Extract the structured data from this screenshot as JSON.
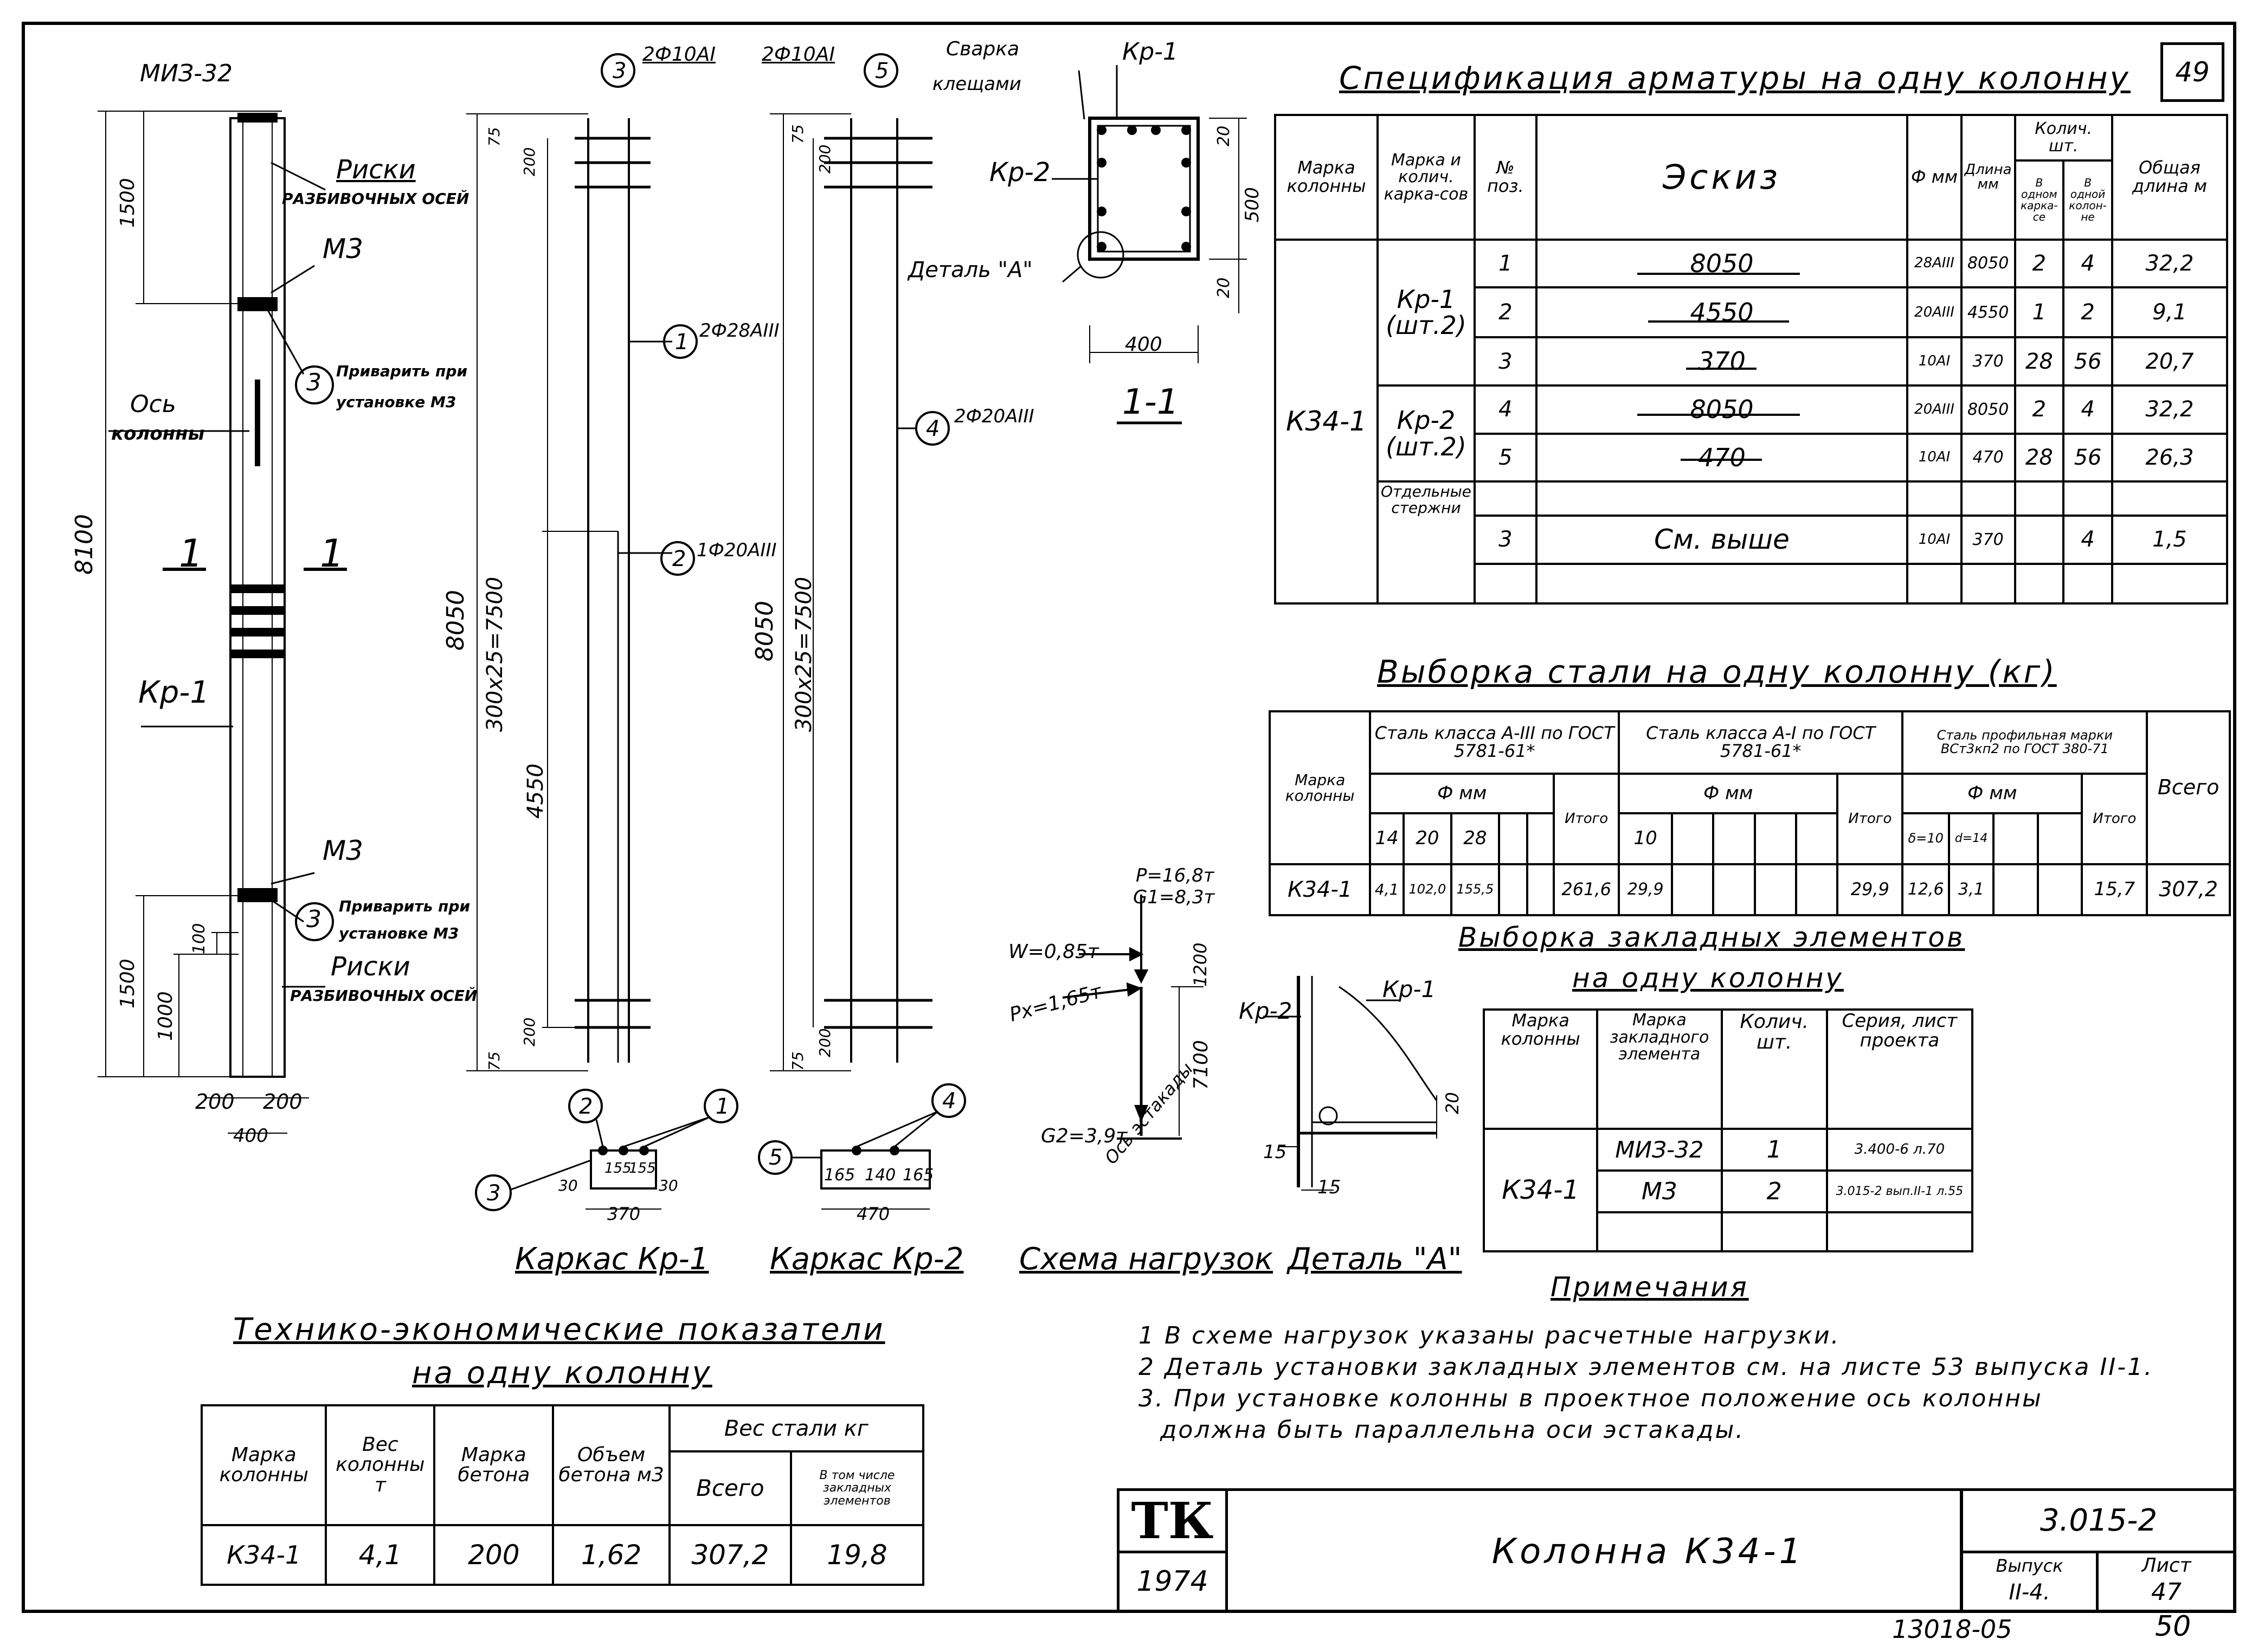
{
  "sheet_number": "49",
  "drawing": {
    "labels": {
      "miz": "МИЗ-32",
      "riski": "Риски",
      "riski_sub": "РАЗБИВОЧНЫХ ОСЕЙ",
      "m3": "М3",
      "privarit": "Приварить при",
      "privarit_sub": "установке М3",
      "os": "Ось",
      "os_sub": "колонны",
      "kp1": "Кр-1",
      "section": "1",
      "dim_8100": "8100",
      "dim_1500": "1500",
      "dim_1000": "1000",
      "dim_100": "100",
      "dim_200a": "200",
      "dim_200b": "200",
      "dim_400": "400"
    },
    "kr1": {
      "top_label": "2Ф10АI",
      "pos1": "2Ф28АIII",
      "pos2": "1Ф20АIII",
      "dim_8050": "8050",
      "dim_pitch": "300х25=7500",
      "dim_4550": "4550",
      "dim_75": "75",
      "dim_200": "200",
      "sec_dims": [
        "30",
        "155",
        "155",
        "30"
      ],
      "sec_total": "370",
      "caption": "Каркас Кр-1"
    },
    "kr2": {
      "top_label": "2Ф10АI",
      "pos4": "2Ф20АIII",
      "dim_8050": "8050",
      "dim_pitch": "300х25=7500",
      "dim_75": "75",
      "dim_200": "200",
      "sec_dims": [
        "165",
        "140",
        "165"
      ],
      "sec_total": "470",
      "caption": "Каркас Кр-2"
    },
    "section_1_1": {
      "svarka": "Сварка",
      "svarka_sub": "клещами",
      "kp1": "Кр-1",
      "kp2": "Кр-2",
      "detail": "Деталь \"А\"",
      "dim_500": "500",
      "dim_20a": "20",
      "dim_20b": "20",
      "dim_400": "400",
      "caption": "1-1"
    },
    "loads": {
      "p": "P=16,8т",
      "g1": "G1=8,3т",
      "w": "W=0,85т",
      "px": "Px=1,65т",
      "g2": "G2=3,9т",
      "h1": "1200",
      "h2": "7100",
      "axis": "Ось эстакады",
      "caption": "Схема нагрузок"
    },
    "detail_a": {
      "kp1": "Кр-1",
      "kp2": "Кр-2",
      "dim_15a": "15",
      "dim_15b": "15",
      "dim_20": "20",
      "caption": "Деталь \"А\""
    }
  },
  "spec": {
    "title": "Спецификация арматуры на одну колонну",
    "headers": {
      "mark": "Марка колонны",
      "frames": "Марка и колич. карка-сов",
      "pos": "№ поз.",
      "sketch": "Эскиз",
      "diam": "Ф мм",
      "length": "Длина мм",
      "qty": "Колич. шт.",
      "qty_frame": "В одном карка-се",
      "qty_col": "В одной колон-не",
      "total": "Общая длина м"
    },
    "column_mark": "К34-1",
    "groups": [
      {
        "frame": "Кр-1 (шт.2)"
      },
      {
        "frame": "Кр-2 (шт.2)"
      },
      {
        "frame": "Отдельные стержни"
      }
    ],
    "rows": [
      {
        "pos": "1",
        "sketch": "8050",
        "d": "28АIII",
        "len": "8050",
        "q1": "2",
        "q2": "4",
        "tot": "32,2"
      },
      {
        "pos": "2",
        "sketch": "4550",
        "d": "20АIII",
        "len": "4550",
        "q1": "1",
        "q2": "2",
        "tot": "9,1"
      },
      {
        "pos": "3",
        "sketch": "370",
        "d": "10АI",
        "len": "370",
        "q1": "28",
        "q2": "56",
        "tot": "20,7"
      },
      {
        "pos": "4",
        "sketch": "8050",
        "d": "20АIII",
        "len": "8050",
        "q1": "2",
        "q2": "4",
        "tot": "32,2"
      },
      {
        "pos": "5",
        "sketch": "470",
        "d": "10АI",
        "len": "470",
        "q1": "28",
        "q2": "56",
        "tot": "26,3"
      },
      {
        "pos": "3",
        "sketch": "См. выше",
        "d": "10АI",
        "len": "370",
        "q1": "",
        "q2": "4",
        "tot": "1,5"
      }
    ]
  },
  "steel": {
    "title": "Выборка стали на одну колонну (кг)",
    "headers": {
      "mark": "Марка колонны",
      "a3": "Сталь класса А-III по ГОСТ 5781-61*",
      "a1": "Сталь класса А-I по ГОСТ 5781-61*",
      "prof": "Сталь профильная марки ВСт3кп2 по ГОСТ 380-71",
      "dmm": "Ф мм",
      "itogo": "Итого",
      "vsego": "Всего",
      "d14": "14",
      "d20": "20",
      "d28": "28",
      "d10": "10",
      "s10": "δ=10",
      "s14": "d=14"
    },
    "row": {
      "mark": "К34-1",
      "d14": "4,1",
      "d20": "102,0",
      "d28": "155,5",
      "it3": "261,6",
      "d10": "29,9",
      "it1": "29,9",
      "s10": "12,6",
      "s14": "3,1",
      "itp": "15,7",
      "total": "307,2"
    }
  },
  "embedded": {
    "title1": "Выборка закладных элементов",
    "title2": "на одну колонну",
    "headers": {
      "mark": "Марка колонны",
      "elem": "Марка закладного элемента",
      "qty": "Колич. шт.",
      "series": "Серия, лист проекта"
    },
    "mark": "К34-1",
    "rows": [
      {
        "elem": "МИЗ-32",
        "qty": "1",
        "series": "3.400-6 л.70"
      },
      {
        "elem": "М3",
        "qty": "2",
        "series": "3.015-2 вып.II-1 л.55"
      }
    ]
  },
  "notes": {
    "title": "Примечания",
    "items": [
      "1 В схеме нагрузок указаны расчетные нагрузки.",
      "2 Деталь установки закладных элементов см. на листе 53 выпуска II-1.",
      "3. При установке колонны в проектное положение ось колонны",
      "должна быть параллельна оси эстакады."
    ]
  },
  "tep": {
    "title1": "Технико-экономические показатели",
    "title2": "на одну колонну",
    "headers": {
      "mark": "Марка колонны",
      "weight": "Вес колонны т",
      "concrete": "Марка бетона",
      "volume": "Объем бетона м3",
      "steel": "Вес стали кг",
      "all": "Всего",
      "incl": "В том числе закладных элементов"
    },
    "row": {
      "mark": "К34-1",
      "weight": "4,1",
      "concrete": "200",
      "volume": "1,62",
      "all": "307,2",
      "incl": "19,8"
    }
  },
  "stamp": {
    "org": "ТК",
    "year": "1974",
    "title": "Колонна К34-1",
    "series": "3.015-2",
    "vypusk_label": "Выпуск",
    "vypusk": "II-4.",
    "list_label": "Лист",
    "list": "47"
  },
  "footer": {
    "code": "13018-05",
    "page": "50"
  }
}
